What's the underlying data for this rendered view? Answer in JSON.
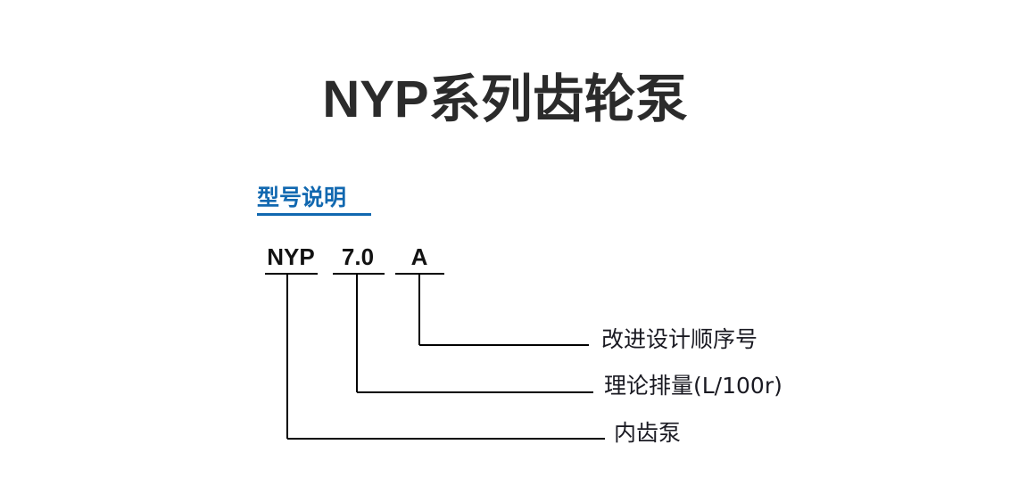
{
  "page": {
    "background_color": "#ffffff",
    "title": "NYP系列齿轮泵",
    "title_color": "#2b2b2b"
  },
  "section": {
    "heading": "型号说明",
    "heading_color": "#1168b0",
    "underline_color": "#1168b0"
  },
  "model_code": {
    "tokens": [
      {
        "text": "NYP",
        "meaning_index": 2
      },
      {
        "text": "7.0",
        "meaning_index": 1
      },
      {
        "text": "A",
        "meaning_index": 0
      }
    ],
    "token_nyp": "NYP",
    "token_displacement": "7.0",
    "token_version": "A"
  },
  "callouts": [
    {
      "label": "改进设计顺序号",
      "source_token": "A"
    },
    {
      "label": "理论排量(L/100r)",
      "source_token": "7.0"
    },
    {
      "label": "内齿泵",
      "source_token": "NYP"
    }
  ],
  "callout_1": "改进设计顺序号",
  "callout_2": "理论排量(L/100r)",
  "callout_3": "内齿泵",
  "line_color": "#000000"
}
